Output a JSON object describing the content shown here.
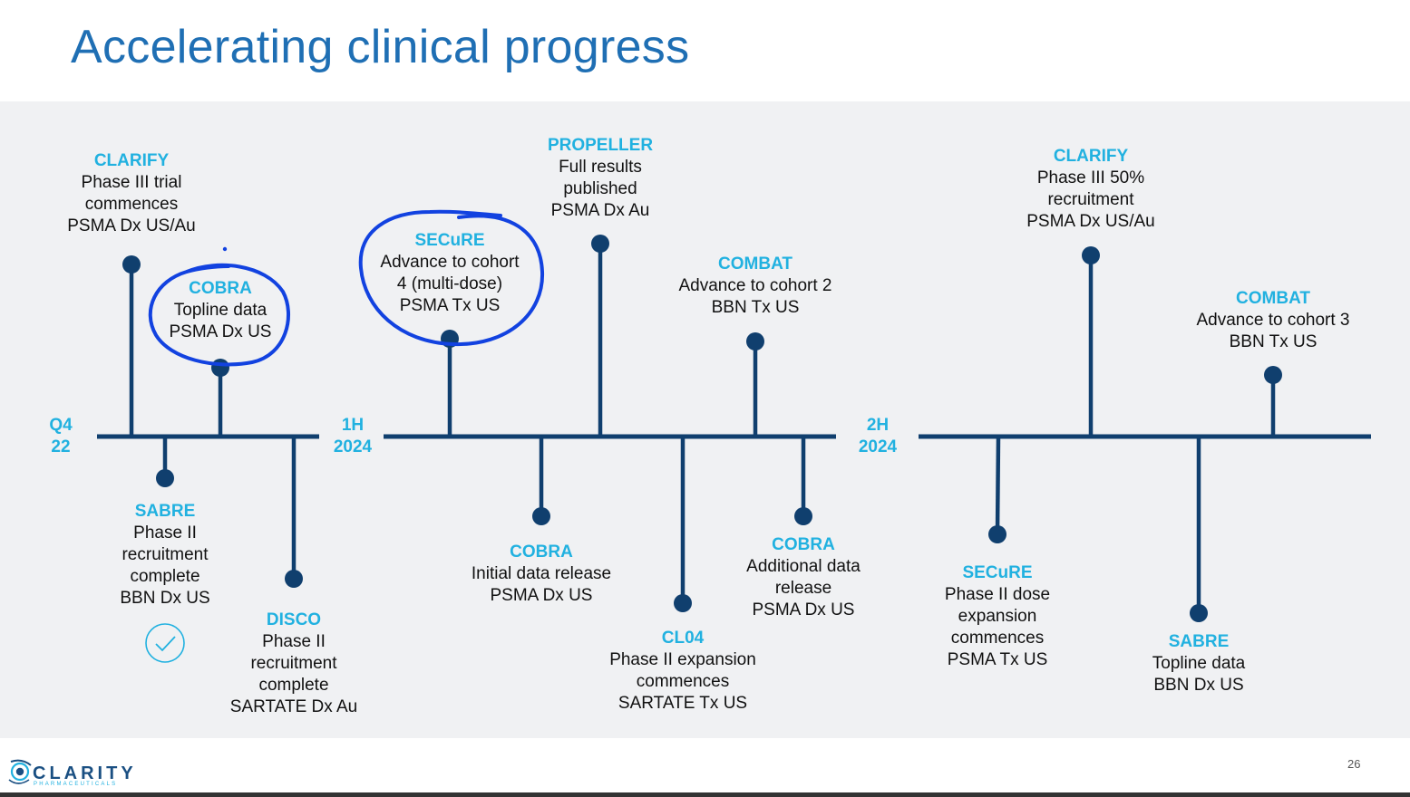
{
  "slide": {
    "title": "Accelerating clinical progress",
    "page_number": "26"
  },
  "brand": {
    "name": "CLARITY",
    "tagline": "PHARMACEUTICALS",
    "primary_color": "#1f6fb4",
    "accent_color": "#21b1e0",
    "line_color": "#103f6e",
    "annotation_color": "#1242e0"
  },
  "periods": [
    {
      "line1": "Q4",
      "line2": "22"
    },
    {
      "line1": "1H",
      "line2": "2024"
    },
    {
      "line1": "2H",
      "line2": "2024"
    }
  ],
  "milestones": [
    {
      "name": "CLARIFY",
      "lines": [
        "Phase III trial",
        "commences",
        "PSMA Dx US/Au"
      ],
      "period": 0,
      "side": "above",
      "circled": false
    },
    {
      "name": "COBRA",
      "lines": [
        "Topline data",
        "PSMA Dx US"
      ],
      "period": 0,
      "side": "above",
      "circled": true
    },
    {
      "name": "SABRE",
      "lines": [
        "Phase II",
        "recruitment",
        "complete",
        "BBN Dx US"
      ],
      "period": 0,
      "side": "below",
      "circled": false,
      "completed": true
    },
    {
      "name": "DISCO",
      "lines": [
        "Phase II",
        "recruitment",
        "complete",
        "SARTATE Dx Au"
      ],
      "period": 0,
      "side": "below",
      "circled": false
    },
    {
      "name": "SECuRE",
      "lines": [
        "Advance to cohort",
        "4 (multi-dose)",
        "PSMA Tx US"
      ],
      "period": 1,
      "side": "above",
      "circled": true
    },
    {
      "name": "PROPELLER",
      "lines": [
        "Full results",
        "published",
        "PSMA Dx Au"
      ],
      "period": 1,
      "side": "above",
      "circled": false
    },
    {
      "name": "COMBAT",
      "lines": [
        "Advance to cohort 2",
        "BBN Tx US"
      ],
      "period": 1,
      "side": "above",
      "circled": false
    },
    {
      "name": "COBRA",
      "lines": [
        "Initial data release",
        "PSMA Dx US"
      ],
      "period": 1,
      "side": "below",
      "circled": false
    },
    {
      "name": "CL04",
      "lines": [
        "Phase II expansion",
        "commences",
        "SARTATE Tx US"
      ],
      "period": 1,
      "side": "below",
      "circled": false
    },
    {
      "name": "COBRA",
      "lines": [
        "Additional data",
        "release",
        "PSMA Dx US"
      ],
      "period": 1,
      "side": "below",
      "circled": false
    },
    {
      "name": "CLARIFY",
      "lines": [
        "Phase III 50%",
        "recruitment",
        "PSMA Dx US/Au"
      ],
      "period": 2,
      "side": "above",
      "circled": false
    },
    {
      "name": "COMBAT",
      "lines": [
        "Advance to cohort 3",
        "BBN Tx US"
      ],
      "period": 2,
      "side": "above",
      "circled": false
    },
    {
      "name": "SECuRE",
      "lines": [
        "Phase II dose",
        "expansion",
        "commences",
        "PSMA Tx US"
      ],
      "period": 2,
      "side": "below",
      "circled": false
    },
    {
      "name": "SABRE",
      "lines": [
        "Topline data",
        "BBN Dx US"
      ],
      "period": 2,
      "side": "below",
      "circled": false
    }
  ]
}
